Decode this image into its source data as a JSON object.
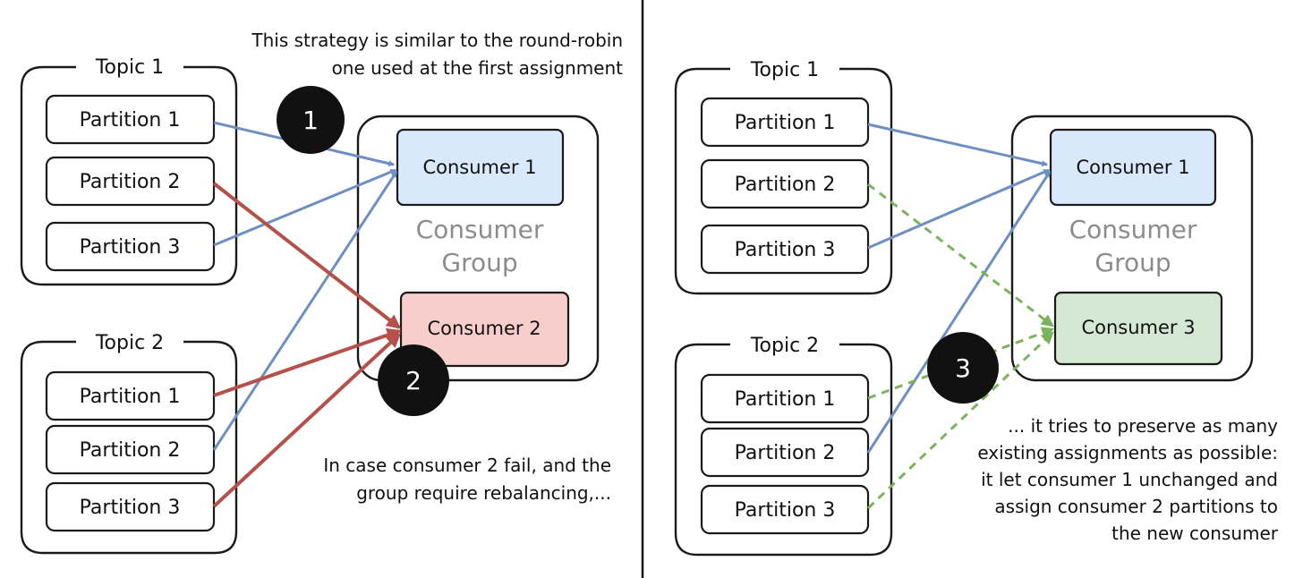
{
  "left_panel": {
    "topic1": {
      "title": "Topic 1",
      "partitions": [
        "Partition 1",
        "Partition 2",
        "Partition 3"
      ]
    },
    "topic2": {
      "title": "Topic 2",
      "partitions": [
        "Partition 1",
        "Partition 2",
        "Partition 3"
      ]
    },
    "group_label_line1": "Consumer",
    "group_label_line2": "Group",
    "consumer_a": "Consumer 1",
    "consumer_b": "Consumer 2",
    "badge_1": "1",
    "badge_2": "2",
    "note_top_line1": "This strategy is similar to the round-robin",
    "note_top_line2": "one used at the first assignment",
    "note_bottom_line1": "In case consumer 2 fail, and the",
    "note_bottom_line2": "group require rebalancing,..."
  },
  "right_panel": {
    "topic1": {
      "title": "Topic 1",
      "partitions": [
        "Partition 1",
        "Partition 2",
        "Partition 3"
      ]
    },
    "topic2": {
      "title": "Topic 2",
      "partitions": [
        "Partition 1",
        "Partition 2",
        "Partition 3"
      ]
    },
    "group_label_line1": "Consumer",
    "group_label_line2": "Group",
    "consumer_a": "Consumer 1",
    "consumer_b": "Consumer 3",
    "badge_3": "3",
    "note_line1": "... it tries to preserve as many",
    "note_line2": "existing assignments as possible:",
    "note_line3": "it let consumer 1 unchanged and",
    "note_line4": "assign consumer 2 partitions to",
    "note_line5": "the new consumer"
  },
  "colors": {
    "consumer1_fill": "#dae8fc",
    "consumer2_fill": "#f8cecc",
    "consumer3_fill": "#d5e8d4",
    "arrow_blue": "#6f8fc2",
    "arrow_red": "#b5514a",
    "arrow_green": "#7bb35d",
    "badge": "#111111"
  }
}
